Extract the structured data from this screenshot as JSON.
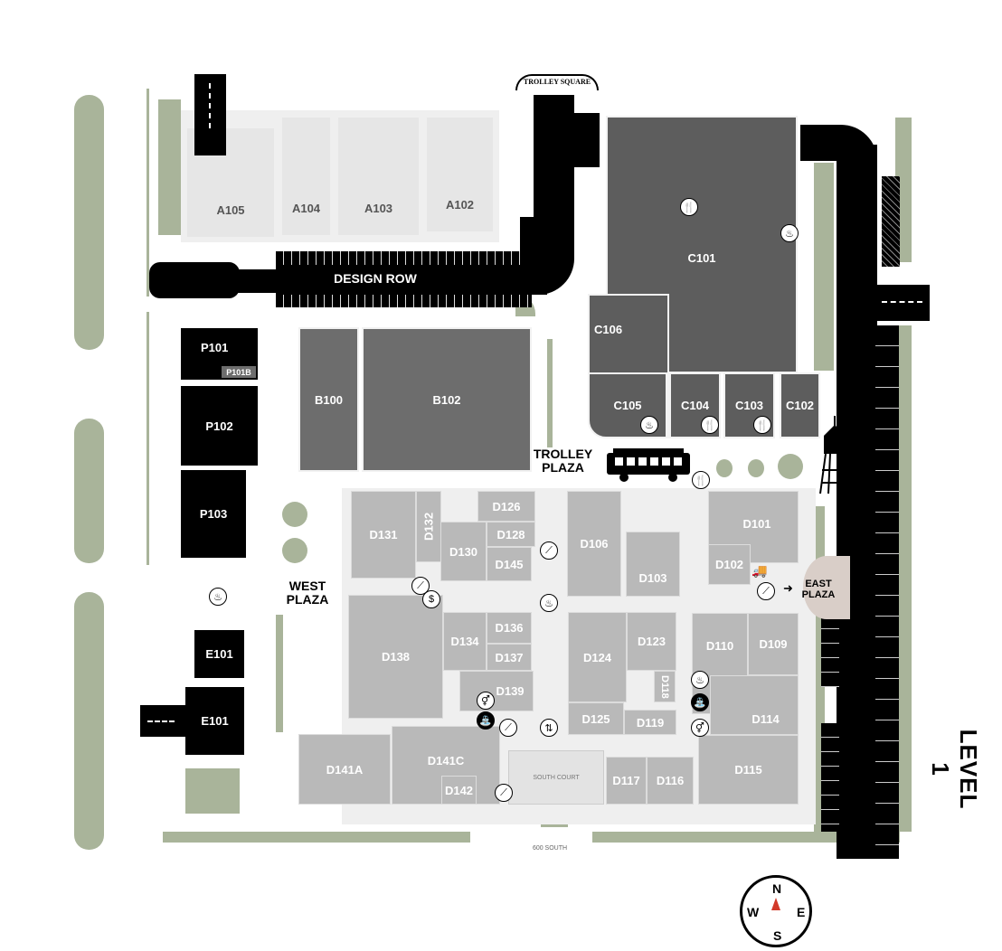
{
  "title": "LEVEL 1",
  "logo": "TROLLEY SQUARE",
  "street": "600 SOUTH",
  "plazas": {
    "design_row": "DESIGN ROW",
    "trolley_plaza": "TROLLEY PLAZA",
    "west_plaza": "WEST PLAZA",
    "east_plaza": "EAST PLAZA",
    "south_court": "SOUTH COURT"
  },
  "units": {
    "A105": "A105",
    "A104": "A104",
    "A103": "A103",
    "A102": "A102",
    "C101": "C101",
    "C102": "C102",
    "C103": "C103",
    "C104": "C104",
    "C105": "C105",
    "C106": "C106",
    "B100": "B100",
    "B102": "B102",
    "P101": "P101",
    "P101B": "P101B",
    "P102": "P102",
    "P103": "P103",
    "E101a": "E101",
    "E101b": "E101",
    "D101": "D101",
    "D102": "D102",
    "D103": "D103",
    "D106": "D106",
    "D109": "D109",
    "D110": "D110",
    "D114": "D114",
    "D115": "D115",
    "D116": "D116",
    "D117": "D117",
    "D118": "D118",
    "D119": "D119",
    "D123": "D123",
    "D124": "D124",
    "D125": "D125",
    "D126": "D126",
    "D128": "D128",
    "D130": "D130",
    "D131": "D131",
    "D132": "D132",
    "D134": "D134",
    "D136": "D136",
    "D137": "D137",
    "D138": "D138",
    "D139": "D139",
    "D141A": "D141A",
    "D141C": "D141C",
    "D142": "D142",
    "D145": "D145"
  },
  "compass": {
    "n": "N",
    "e": "E",
    "s": "S",
    "w": "W"
  },
  "colors": {
    "green": "#a9b49a",
    "light": "#e6e6e6",
    "dark": "#5d5d5d",
    "mid": "#b9b9b9",
    "east_plaza": "#d9cec8"
  }
}
